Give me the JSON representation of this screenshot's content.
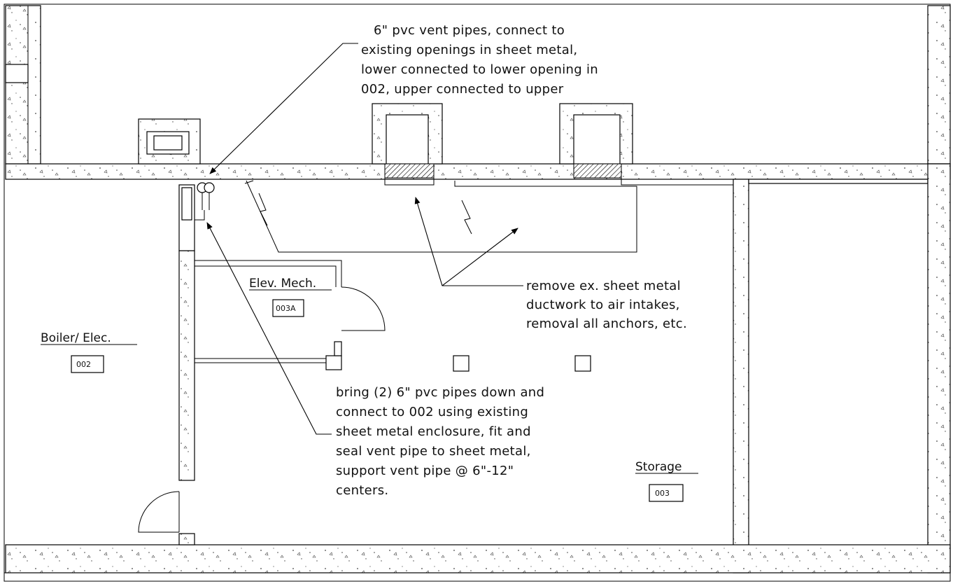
{
  "notes": {
    "vent_pipes": [
      "6\" pvc vent pipes, connect to",
      "existing openings in sheet metal,",
      "lower connected to lower opening in",
      "002, upper connected to upper"
    ],
    "remove_ductwork": [
      "remove ex. sheet metal",
      "ductwork to air intakes,",
      "removal all anchors, etc."
    ],
    "bring_pipes": [
      "bring (2) 6\" pvc pipes down and",
      "connect to 002 using existing",
      "sheet metal enclosure, fit and",
      "seal vent pipe to sheet metal,",
      "support vent pipe @ 6\"-12\"",
      "centers."
    ]
  },
  "rooms": {
    "boiler": {
      "name": "Boiler/ Elec.",
      "number": "002"
    },
    "elev_mech": {
      "name": "Elev. Mech.",
      "number": "003A"
    },
    "storage": {
      "name": "Storage",
      "number": "003"
    }
  }
}
